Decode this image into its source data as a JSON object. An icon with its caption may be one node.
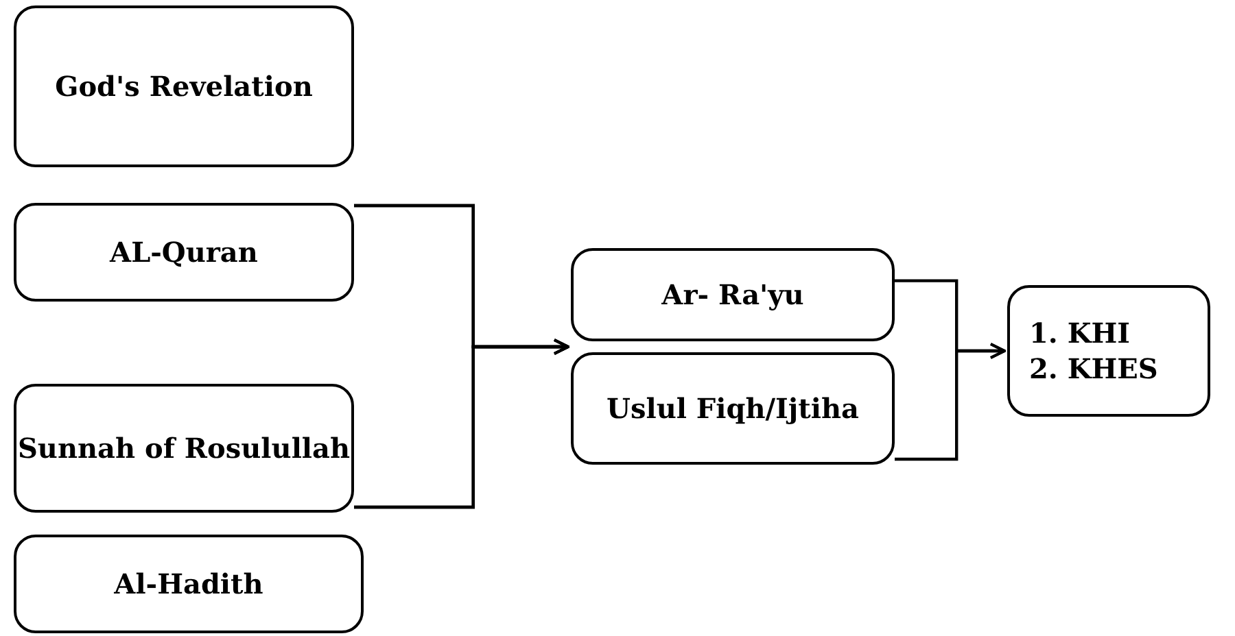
{
  "diagram": {
    "nodes": [
      {
        "text": [
          "God's Revelation"
        ]
      },
      {
        "text": [
          "AL-Quran"
        ]
      },
      {
        "text": [
          "Sunnah of Rosulullah"
        ]
      },
      {
        "text": [
          "Al-Hadith"
        ]
      },
      {
        "text": [
          "Ar- Ra'yu"
        ]
      },
      {
        "text": [
          "Uslul Fiqh/Ijtiha"
        ]
      },
      {
        "text": [
          "1. KHI",
          "2. KHES"
        ]
      }
    ],
    "edges": [
      {
        "from": 1,
        "to": 4,
        "arrow": "to"
      },
      {
        "from": 1,
        "to": 5,
        "arrow": "to"
      },
      {
        "from": 2,
        "to": 4,
        "arrow": "to"
      },
      {
        "from": 2,
        "to": 5,
        "arrow": "to"
      },
      {
        "from": 4,
        "to": 6,
        "arrow": "to"
      },
      {
        "from": 5,
        "to": 6,
        "arrow": "to"
      }
    ]
  }
}
